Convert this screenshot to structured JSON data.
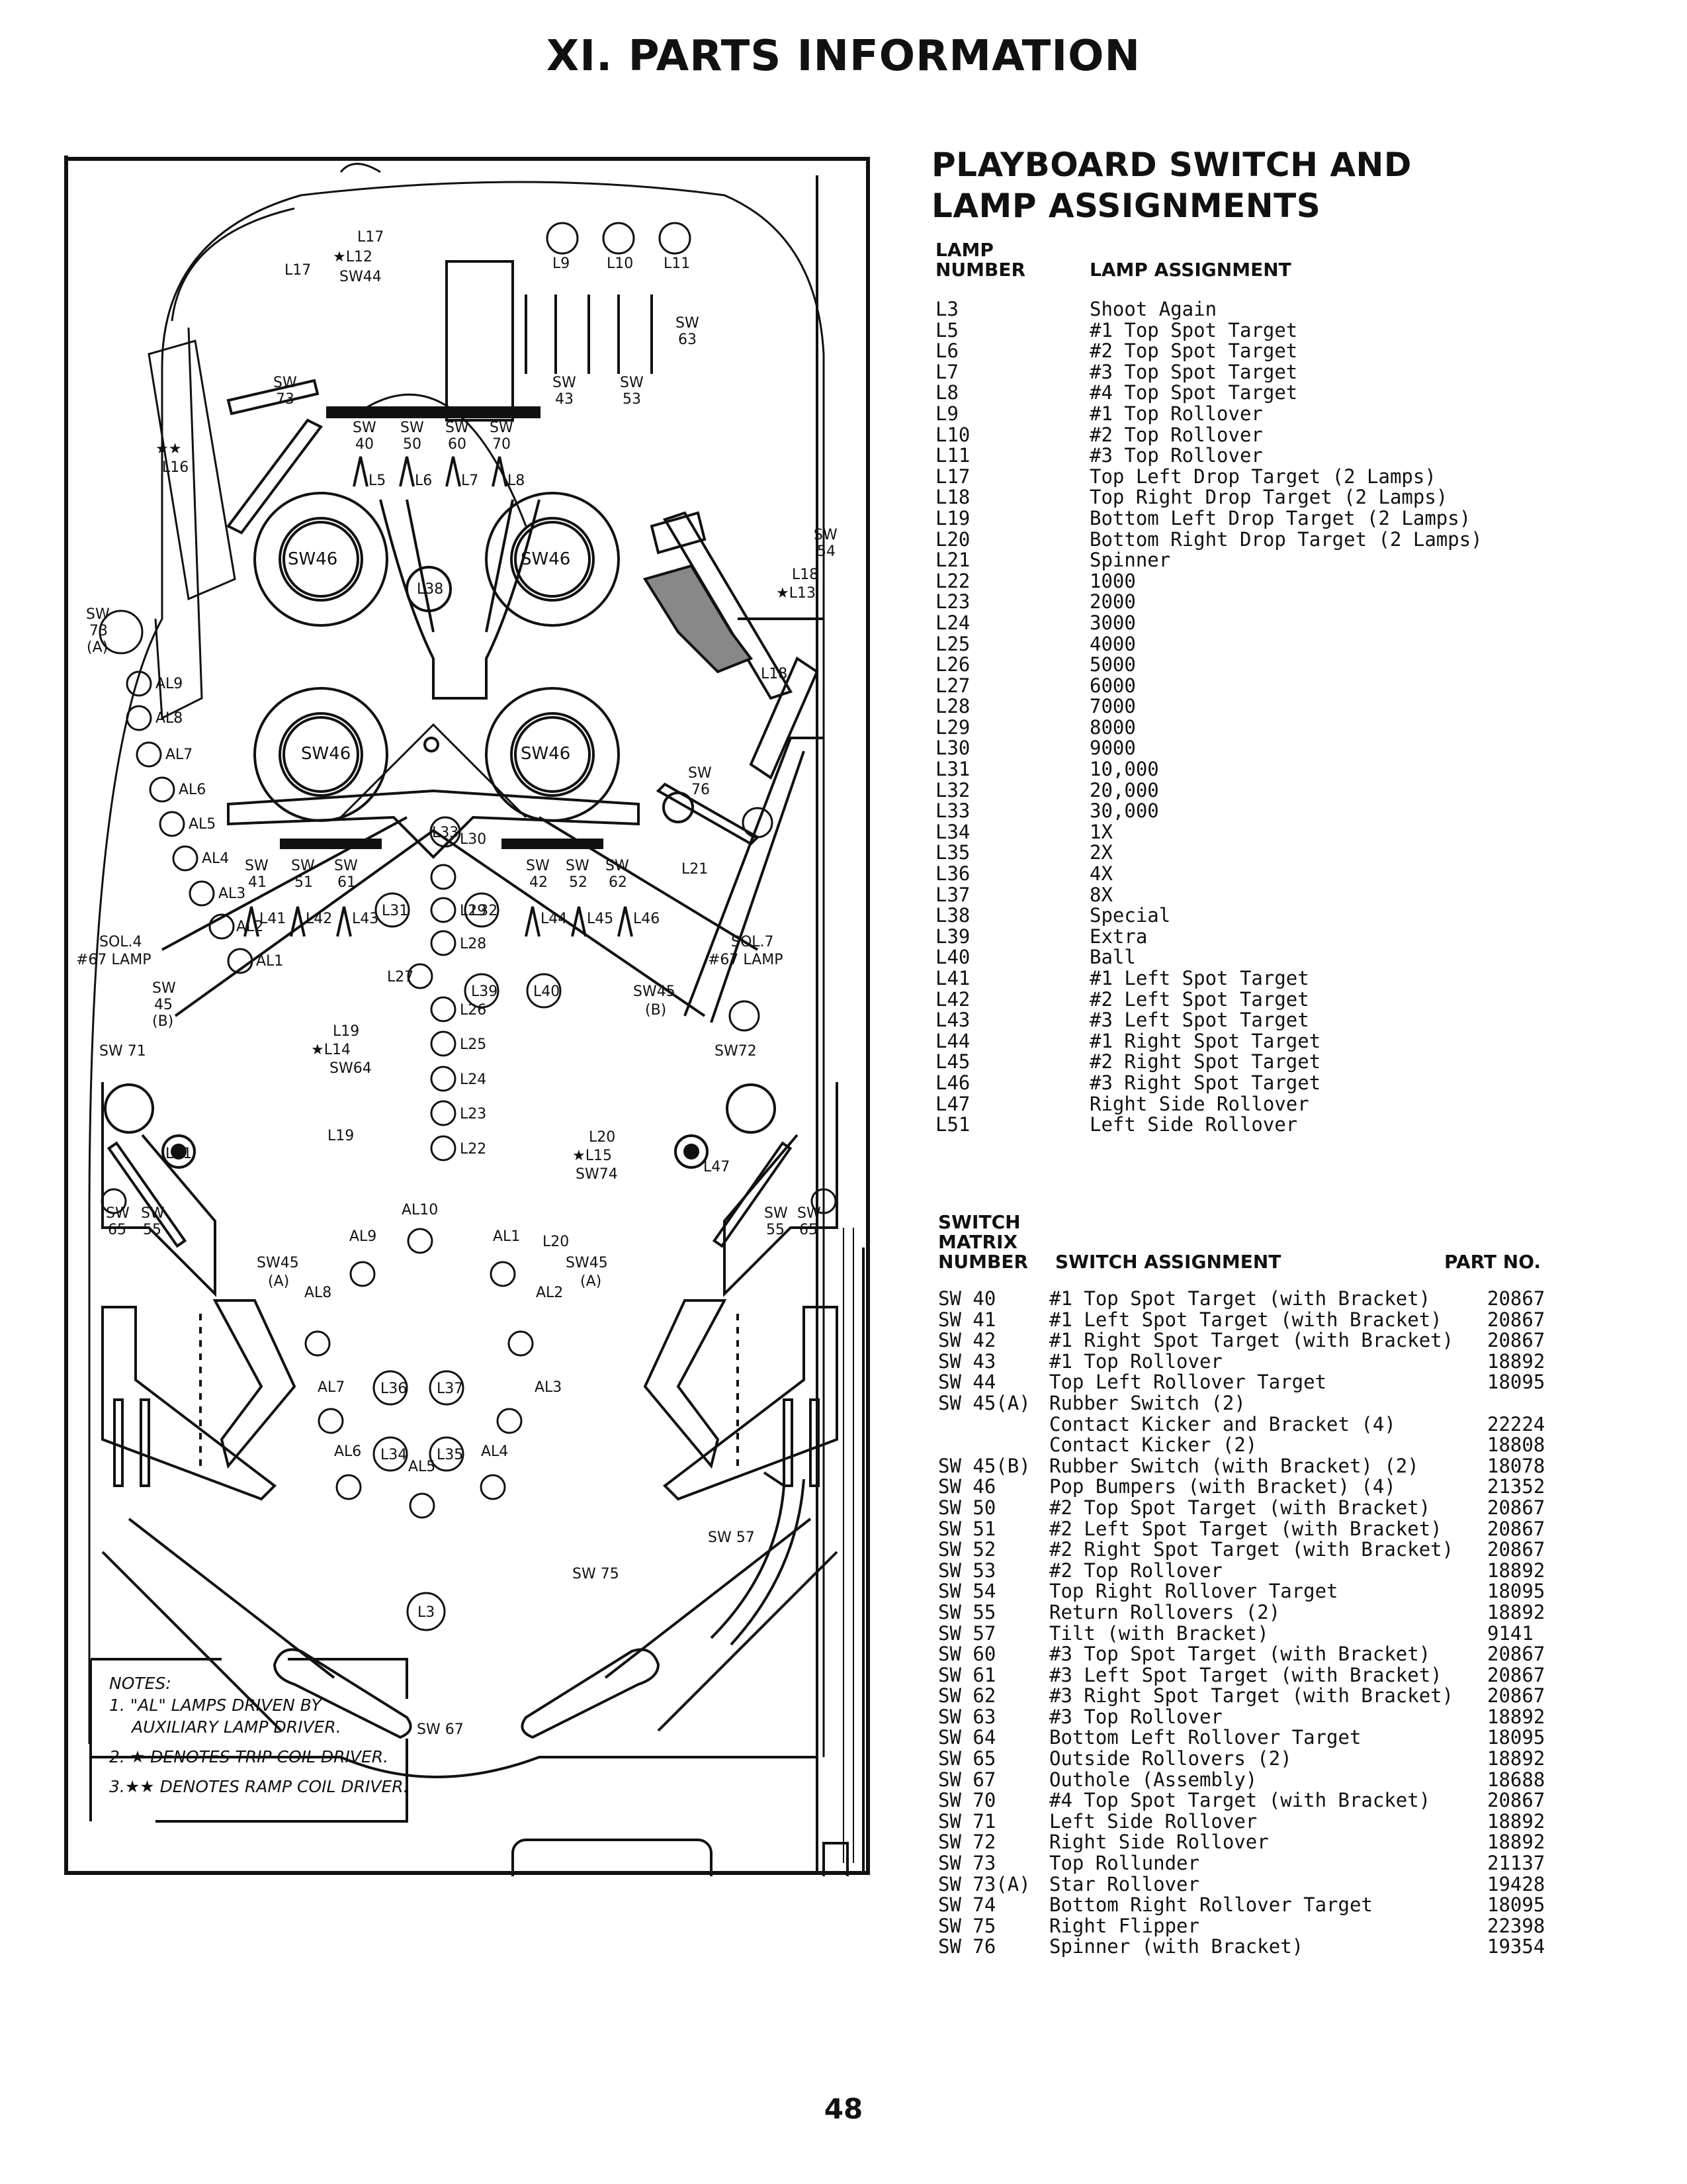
{
  "page": {
    "title": "XI. PARTS INFORMATION",
    "page_number": "48"
  },
  "section": {
    "title_line1": "PLAYBOARD SWITCH AND",
    "title_line2": "LAMP ASSIGNMENTS"
  },
  "lamp_table": {
    "header_number_line1": "LAMP",
    "header_number_line2": "NUMBER",
    "header_assignment": "LAMP ASSIGNMENT",
    "rows": [
      {
        "number": "L3",
        "assignment": "Shoot Again"
      },
      {
        "number": "L5",
        "assignment": "#1 Top Spot Target"
      },
      {
        "number": "L6",
        "assignment": "#2 Top Spot Target"
      },
      {
        "number": "L7",
        "assignment": "#3 Top Spot Target"
      },
      {
        "number": "L8",
        "assignment": "#4 Top Spot Target"
      },
      {
        "number": "L9",
        "assignment": "#1 Top Rollover"
      },
      {
        "number": "L10",
        "assignment": "#2 Top Rollover"
      },
      {
        "number": "L11",
        "assignment": "#3 Top Rollover"
      },
      {
        "number": "L17",
        "assignment": "Top Left Drop Target (2 Lamps)"
      },
      {
        "number": "L18",
        "assignment": "Top Right Drop Target (2 Lamps)"
      },
      {
        "number": "L19",
        "assignment": "Bottom Left Drop Target (2 Lamps)"
      },
      {
        "number": "L20",
        "assignment": "Bottom Right Drop Target (2 Lamps)"
      },
      {
        "number": "L21",
        "assignment": "Spinner"
      },
      {
        "number": "L22",
        "assignment": "1000"
      },
      {
        "number": "L23",
        "assignment": "2000"
      },
      {
        "number": "L24",
        "assignment": "3000"
      },
      {
        "number": "L25",
        "assignment": "4000"
      },
      {
        "number": "L26",
        "assignment": "5000"
      },
      {
        "number": "L27",
        "assignment": "6000"
      },
      {
        "number": "L28",
        "assignment": "7000"
      },
      {
        "number": "L29",
        "assignment": "8000"
      },
      {
        "number": "L30",
        "assignment": "9000"
      },
      {
        "number": "L31",
        "assignment": "10,000"
      },
      {
        "number": "L32",
        "assignment": "20,000"
      },
      {
        "number": "L33",
        "assignment": "30,000"
      },
      {
        "number": "L34",
        "assignment": "1X"
      },
      {
        "number": "L35",
        "assignment": "2X"
      },
      {
        "number": "L36",
        "assignment": "4X"
      },
      {
        "number": "L37",
        "assignment": "8X"
      },
      {
        "number": "L38",
        "assignment": "Special"
      },
      {
        "number": "L39",
        "assignment": "Extra"
      },
      {
        "number": "L40",
        "assignment": "Ball"
      },
      {
        "number": "L41",
        "assignment": "#1 Left Spot Target"
      },
      {
        "number": "L42",
        "assignment": "#2 Left Spot Target"
      },
      {
        "number": "L43",
        "assignment": "#3 Left Spot Target"
      },
      {
        "number": "L44",
        "assignment": "#1 Right Spot Target"
      },
      {
        "number": "L45",
        "assignment": "#2 Right Spot Target"
      },
      {
        "number": "L46",
        "assignment": "#3 Right Spot Target"
      },
      {
        "number": "L47",
        "assignment": "Right Side Rollover"
      },
      {
        "number": "L51",
        "assignment": "Left Side Rollover"
      }
    ]
  },
  "switch_table": {
    "header_number_line1": "SWITCH",
    "header_number_line2": "MATRIX",
    "header_number_line3": "NUMBER",
    "header_assignment": "SWITCH ASSIGNMENT",
    "header_part": "PART NO.",
    "rows": [
      {
        "number": "SW 40",
        "assignment": "#1 Top Spot Target (with Bracket)",
        "part": "20867"
      },
      {
        "number": "SW 41",
        "assignment": "#1 Left Spot Target (with Bracket)",
        "part": "20867"
      },
      {
        "number": "SW 42",
        "assignment": "#1 Right Spot Target (with Bracket)",
        "part": "20867"
      },
      {
        "number": "SW 43",
        "assignment": "#1 Top Rollover",
        "part": "18892"
      },
      {
        "number": "SW 44",
        "assignment": "Top Left Rollover Target",
        "part": "18095"
      },
      {
        "number": "SW 45(A)",
        "assignment": "Rubber Switch (2)",
        "part": ""
      },
      {
        "number": "",
        "assignment": "Contact Kicker and Bracket (4)",
        "part": "22224"
      },
      {
        "number": "",
        "assignment": "Contact Kicker (2)",
        "part": "18808"
      },
      {
        "number": "SW 45(B)",
        "assignment": "Rubber Switch (with Bracket) (2)",
        "part": "18078"
      },
      {
        "number": "SW 46",
        "assignment": "Pop Bumpers (with Bracket) (4)",
        "part": "21352"
      },
      {
        "number": "SW 50",
        "assignment": "#2 Top Spot Target (with Bracket)",
        "part": "20867"
      },
      {
        "number": "SW 51",
        "assignment": "#2 Left Spot Target (with Bracket)",
        "part": "20867"
      },
      {
        "number": "SW 52",
        "assignment": "#2 Right Spot Target (with Bracket)",
        "part": "20867"
      },
      {
        "number": "SW 53",
        "assignment": "#2 Top Rollover",
        "part": "18892"
      },
      {
        "number": "SW 54",
        "assignment": "Top Right Rollover Target",
        "part": "18095"
      },
      {
        "number": "SW 55",
        "assignment": "Return Rollovers (2)",
        "part": "18892"
      },
      {
        "number": "SW 57",
        "assignment": "Tilt (with Bracket)",
        "part": "9141"
      },
      {
        "number": "SW 60",
        "assignment": "#3 Top Spot Target (with Bracket)",
        "part": "20867"
      },
      {
        "number": "SW 61",
        "assignment": "#3 Left Spot Target (with Bracket)",
        "part": "20867"
      },
      {
        "number": "SW 62",
        "assignment": "#3 Right Spot Target (with Bracket)",
        "part": "20867"
      },
      {
        "number": "SW 63",
        "assignment": "#3 Top Rollover",
        "part": "18892"
      },
      {
        "number": "SW 64",
        "assignment": "Bottom Left Rollover Target",
        "part": "18095"
      },
      {
        "number": "SW 65",
        "assignment": "Outside Rollovers (2)",
        "part": "18892"
      },
      {
        "number": "SW 67",
        "assignment": "Outhole (Assembly)",
        "part": "18688"
      },
      {
        "number": "SW 70",
        "assignment": "#4 Top Spot Target (with Bracket)",
        "part": "20867"
      },
      {
        "number": "SW 71",
        "assignment": "Left Side Rollover",
        "part": "18892"
      },
      {
        "number": "SW 72",
        "assignment": "Right Side Rollover",
        "part": "18892"
      },
      {
        "number": "SW 73",
        "assignment": "Top Rollunder",
        "part": "21137"
      },
      {
        "number": "SW 73(A)",
        "assignment": "Star Rollover",
        "part": "19428"
      },
      {
        "number": "SW 74",
        "assignment": "Bottom Right Rollover Target",
        "part": "18095"
      },
      {
        "number": "SW 75",
        "assignment": "Right Flipper",
        "part": "22398"
      },
      {
        "number": "SW 76",
        "assignment": "Spinner (with Bracket)",
        "part": "19354"
      }
    ]
  },
  "notes": {
    "title": "NOTES:",
    "line1": "1. \"AL\" LAMPS DRIVEN BY",
    "line1b": "AUXILIARY LAMP DRIVER.",
    "line2": "2. ★ DENOTES TRIP COIL DRIVER.",
    "line3": "3.★★ DENOTES RAMP COIL DRIVER."
  },
  "diagram_labels": {
    "l17": "L17",
    "l12": "★L12",
    "sw44": "SW44",
    "l17b": "L17",
    "l9": "L9",
    "l10": "L10",
    "l11": "L11",
    "sw63": "SW",
    "sw63n": "63",
    "sw73": "SW",
    "sw73n": "73",
    "sw43": "SW",
    "sw43n": "43",
    "sw53": "SW",
    "sw53n": "53",
    "sw40": "SW",
    "sw40n": "40",
    "sw50": "SW",
    "sw50n": "50",
    "sw60": "SW",
    "sw60n": "60",
    "sw70": "SW",
    "sw70n": "70",
    "l5": "L5",
    "l6": "L6",
    "l7": "L7",
    "l8": "L8",
    "star2": "★★",
    "l16": "L16",
    "sw46": "SW46",
    "l38": "L38",
    "sw54": "SW",
    "sw54n": "54",
    "l18": "L18",
    "l13": "★L13",
    "l18b": "L18",
    "sw73a": "SW",
    "sw73an": "73",
    "sw73aa": "(A)",
    "al9": "AL9",
    "al8": "AL8",
    "al7": "AL7",
    "al6": "AL6",
    "al5": "AL5",
    "al4": "AL4",
    "al3": "AL3",
    "al2": "AL2",
    "al1": "AL1",
    "l33": "L33",
    "sw76": "SW",
    "sw76n": "76",
    "l21": "L21",
    "sw41": "SW",
    "sw41n": "41",
    "sw51": "SW",
    "sw51n": "51",
    "sw61": "SW",
    "sw61n": "61",
    "l30": "L30",
    "l31": "L31",
    "l32": "L32",
    "sw42": "SW",
    "sw42n": "42",
    "sw52": "SW",
    "sw52n": "52",
    "sw62": "SW",
    "sw62n": "62",
    "l41": "L41",
    "l42": "L42",
    "l43": "L43",
    "l44": "L44",
    "l45": "L45",
    "l46": "L46",
    "l29": "L29",
    "l28": "L28",
    "l27": "L27",
    "l26": "L26",
    "l25": "L25",
    "l24": "L24",
    "l23": "L23",
    "l22": "L22",
    "l39": "L39",
    "l40": "L40",
    "sol4": "SOL.4",
    "lamp67l": "#67 LAMP",
    "sol7": "SOL.7",
    "lamp67r": "#67 LAMP",
    "sw45bl": "SW",
    "sw45bln": "45",
    "sw45blb": "(B)",
    "sw45br": "SW45",
    "sw45brb": "(B)",
    "sw71": "SW 71",
    "sw72": "SW72",
    "l19": "L19",
    "l14": "★L14",
    "sw64": "SW64",
    "l20": "L20",
    "l15": "★L15",
    "sw74": "SW74",
    "l19b": "L19",
    "l51": "L51",
    "l47": "L47",
    "sw65l": "SW",
    "sw65ln": "65",
    "sw55l": "SW",
    "sw55ln": "55",
    "sw55r": "SW",
    "sw55rn": "55",
    "sw65r": "SW",
    "sw65rn": "65",
    "sw45al": "SW45",
    "sw45ala": "(A)",
    "sw45ar": "SW45",
    "sw45ara": "(A)",
    "al10": "AL10",
    "al9b": "AL9",
    "al1b": "AL1",
    "l20b": "L20",
    "al8b": "AL8",
    "al2b": "AL2",
    "l36": "L36",
    "l37": "L37",
    "l34": "L34",
    "l35": "L35",
    "al7b": "AL7",
    "al3b": "AL3",
    "al6b": "AL6",
    "al5b": "AL5",
    "al4b": "AL4",
    "sw57": "SW 57",
    "sw75": "SW 75",
    "l3": "L3",
    "sw67": "SW 67"
  }
}
